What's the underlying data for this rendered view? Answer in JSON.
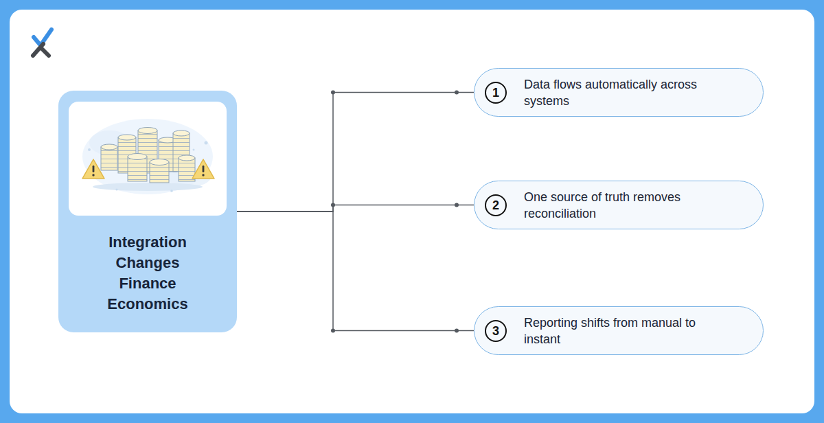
{
  "diagram": {
    "nodes": [
      {
        "text": [
          "Integration Changes Finance Economics"
        ]
      },
      {
        "text": [
          "1",
          "Data flows automatically across systems"
        ]
      },
      {
        "text": [
          "2",
          "One source of truth removes reconciliation"
        ]
      },
      {
        "text": [
          "3",
          "Reporting shifts from manual to instant"
        ]
      }
    ],
    "edges": [
      {
        "from": 0,
        "to": 1,
        "arrow": "none"
      },
      {
        "from": 0,
        "to": 2,
        "arrow": "none"
      },
      {
        "from": 0,
        "to": 3,
        "arrow": "none"
      }
    ]
  }
}
